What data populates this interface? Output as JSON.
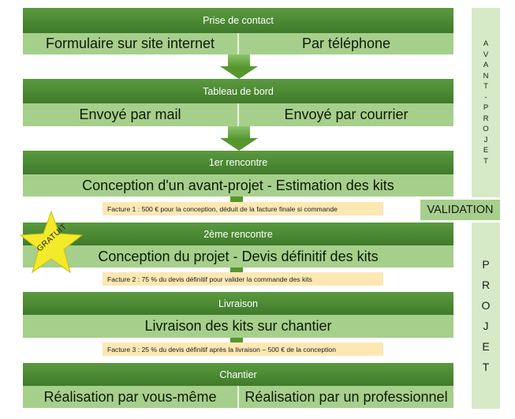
{
  "stages": [
    {
      "header": "Prise de contact",
      "cells": [
        "Formulaire sur site internet",
        "Par téléphone"
      ]
    },
    {
      "header": "Tableau de bord",
      "cells": [
        "Envoyé par mail",
        "Envoyé par courrier"
      ]
    },
    {
      "header": "1er rencontre",
      "cells": [
        "Conception d'un avant-projet - Estimation des kits"
      ]
    },
    {
      "header": "2ème rencontre",
      "cells": [
        "Conception du projet - Devis définitif des kits"
      ]
    },
    {
      "header": "Livraison",
      "cells": [
        "Livraison des kits sur chantier"
      ]
    },
    {
      "header": "Chantier",
      "cells": [
        "Réalisation par vous-même",
        "Réalisation par un professionnel"
      ]
    }
  ],
  "invoices": [
    "Facture 1 : 500 € pour la conception, déduit de la facture finale si commande",
    "Facture 2 : 75 % du devis définitif pour valider la commande des kits",
    "Facture 3 : 25 % du devis définitif après la livraison – 500 € de la conception"
  ],
  "badge": "GRATUIT",
  "side": {
    "avant_projet_letters": [
      "A",
      "V",
      "A",
      "N",
      "T",
      "-",
      "P",
      "R",
      "O",
      "J",
      "E",
      "T"
    ],
    "validation": "VALIDATION",
    "projet_letters": [
      "P",
      "R",
      "O",
      "J",
      "E",
      "T"
    ]
  },
  "colors": {
    "header": "#4a8a33",
    "cell": "#a6cf8c",
    "invoice": "#fde8b4",
    "side_panel": "#d6eac7",
    "badge_star": "#f3ea2b"
  }
}
